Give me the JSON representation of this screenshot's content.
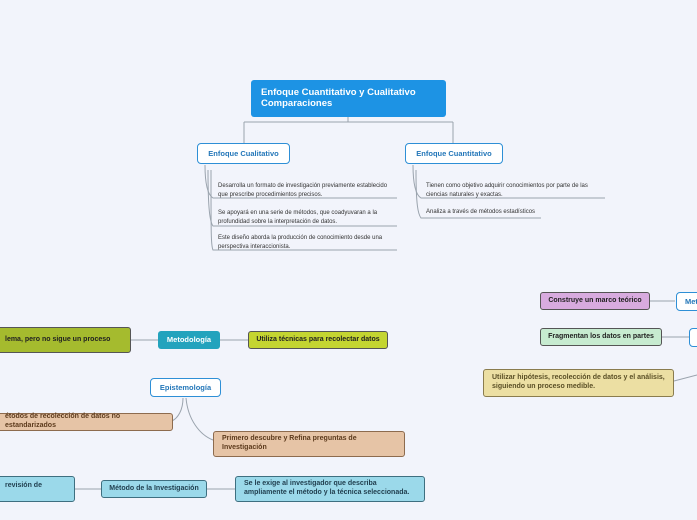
{
  "root": {
    "line1": "Enfoque Cuantitativo y Cualitativo",
    "line2": "Comparaciones"
  },
  "qualitative": {
    "label": "Enfoque Cualitativo",
    "items": [
      "Desarrolla un formato de investigación previamente establecido que prescribe procedimientos precisos.",
      "Se apoyará en una serie de métodos, que coadyuvaran a la profundidad sobre la interpretación de datos.",
      "Este diseño aborda la producción de conocimiento desde una perspectiva interaccionista."
    ]
  },
  "quantitative": {
    "label": "Enfoque Cuantitativo",
    "items": [
      "Tienen como objetivo adquirir conocimientos  por parte de las ciencias naturales y exactas.",
      "Analiza a través de métodos estadísticos"
    ]
  },
  "left": {
    "problem_node": "lema, pero no sigue un proceso",
    "methodology": "Metodología",
    "techniques": "Utiliza técnicas para recolectar datos",
    "epistemology": "Epistemología",
    "non_standard": "étodos de recolección de datos no estandarizados",
    "refine": "Primero descubre y Refina preguntas de Investigación",
    "revision": "revisión de",
    "research_method": "Método de la Investigación",
    "researcher": "Se le exige al investigador que describa ampliamente el método y la técnica seleccionada."
  },
  "right": {
    "theoretical": "Construye un marco teórico",
    "meto_partial": "Meto",
    "fragments": "Fragmentan los datos en partes",
    "hypothesis": "Utilizar hipótesis, recolección de datos y el análisis, siguiendo un proceso medible."
  },
  "colors": {
    "background": "#f2f4fb",
    "root": "#1d93e4",
    "outline_blue": "#2e8fd6",
    "teal": "#23a3bd"
  }
}
